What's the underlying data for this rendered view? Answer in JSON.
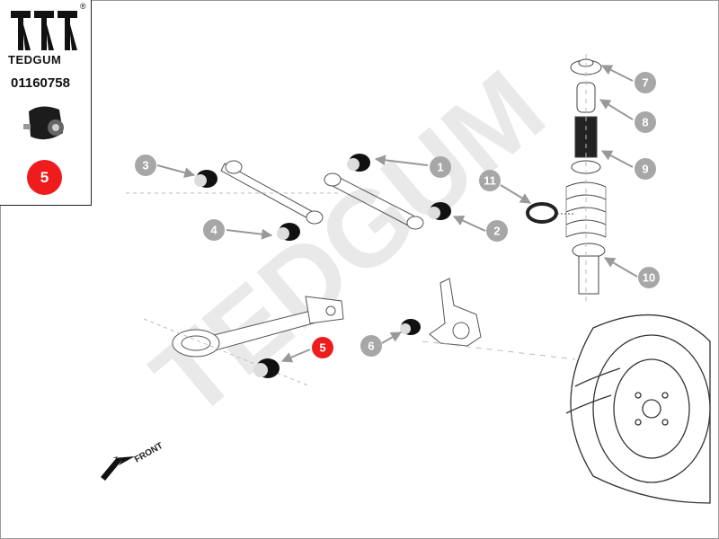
{
  "brand": {
    "name": "TEDGUM",
    "registered_mark": "®",
    "watermark": "TEDGUM"
  },
  "part": {
    "number": "01160758",
    "position": "5"
  },
  "front_label": "FRONT",
  "callouts": [
    {
      "id": "1",
      "label": "1"
    },
    {
      "id": "2",
      "label": "2"
    },
    {
      "id": "3",
      "label": "3"
    },
    {
      "id": "4",
      "label": "4"
    },
    {
      "id": "5",
      "label": "5",
      "highlight": true
    },
    {
      "id": "6",
      "label": "6"
    },
    {
      "id": "7",
      "label": "7"
    },
    {
      "id": "8",
      "label": "8"
    },
    {
      "id": "9",
      "label": "9"
    },
    {
      "id": "10",
      "label": "10"
    },
    {
      "id": "11",
      "label": "11"
    }
  ],
  "colors": {
    "callout": "#a7a7a7",
    "highlight": "#ee1c1c",
    "bushing": "#111111",
    "line": "#555555"
  },
  "icons": {
    "logo": "tedgum-logo-icon",
    "bushing": "bushing-photo-icon",
    "front_arrow": "arrow-down-left-icon"
  }
}
